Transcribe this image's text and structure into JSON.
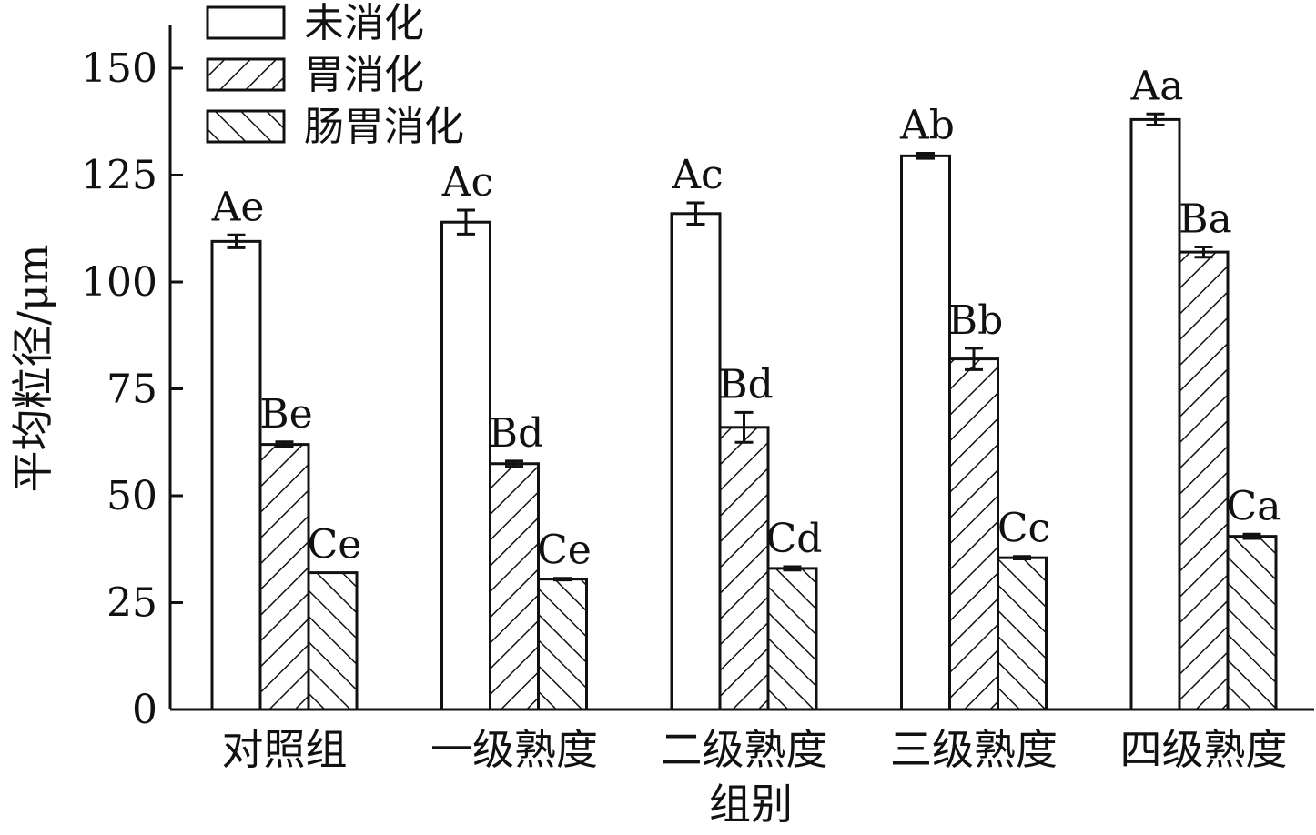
{
  "chart_data": {
    "type": "bar",
    "xlabel": "组别",
    "ylabel": "平均粒径/μm",
    "ylim": [
      0,
      160
    ],
    "yticks": [
      0,
      25,
      50,
      75,
      100,
      125,
      150
    ],
    "grid": false,
    "legend_position": "top-left",
    "categories": [
      "对照组",
      "一级熟度",
      "二级熟度",
      "三级熟度",
      "四级熟度"
    ],
    "series": [
      {
        "name": "未消化",
        "pattern": "none",
        "values": [
          109.5,
          114,
          116,
          129.5,
          138
        ],
        "errors": [
          1.5,
          2.8,
          2.5,
          0.6,
          1.3
        ],
        "labels": [
          "Ae",
          "Ac",
          "Ac",
          "Ab",
          "Aa"
        ]
      },
      {
        "name": "胃消化",
        "pattern": "forward-hatch",
        "values": [
          62,
          57.5,
          66,
          82,
          107
        ],
        "errors": [
          0.6,
          0.6,
          3.5,
          2.5,
          1.2
        ],
        "labels": [
          "Be",
          "Bd",
          "Bd",
          "Bb",
          "Ba"
        ]
      },
      {
        "name": "肠胃消化",
        "pattern": "back-hatch",
        "values": [
          32,
          30.5,
          33,
          35.5,
          40.5
        ],
        "errors": [
          0,
          0.2,
          0.4,
          0.3,
          0.5
        ],
        "labels": [
          "Ce",
          "Ce",
          "Cd",
          "Cc",
          "Ca"
        ]
      }
    ]
  },
  "colors": {
    "stroke": "#111111",
    "fill": "#ffffff"
  }
}
